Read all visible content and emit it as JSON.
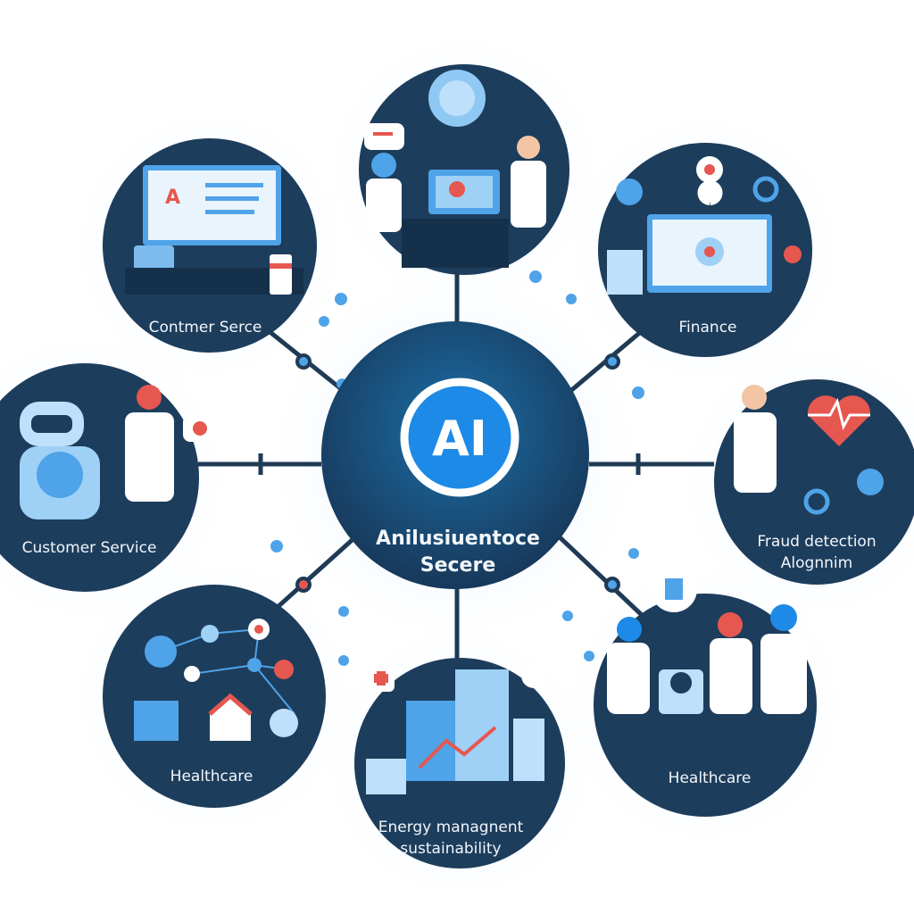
{
  "hub": {
    "logo_text": "AI",
    "title_line1": "Anilusiuentoce",
    "title_line2": "Secere"
  },
  "nodes": [
    {
      "id": "top",
      "label": ""
    },
    {
      "id": "top-left",
      "label": "Contmer Serce"
    },
    {
      "id": "top-right",
      "label": "Finance"
    },
    {
      "id": "left",
      "label": "Customer Service"
    },
    {
      "id": "right",
      "label_line1": "Fraud detection",
      "label_line2": "Alognnim"
    },
    {
      "id": "bottom-left",
      "label": "Healthcare"
    },
    {
      "id": "bottom",
      "label_line1": "Energy managnent",
      "label_line2": "sustainability"
    },
    {
      "id": "bottom-right",
      "label": "Healthcare"
    }
  ],
  "colors": {
    "node_fill": "#1d3d5c",
    "accent_blue": "#4fa3e8",
    "accent_red": "#e5574f",
    "line": "#1f3a55"
  }
}
